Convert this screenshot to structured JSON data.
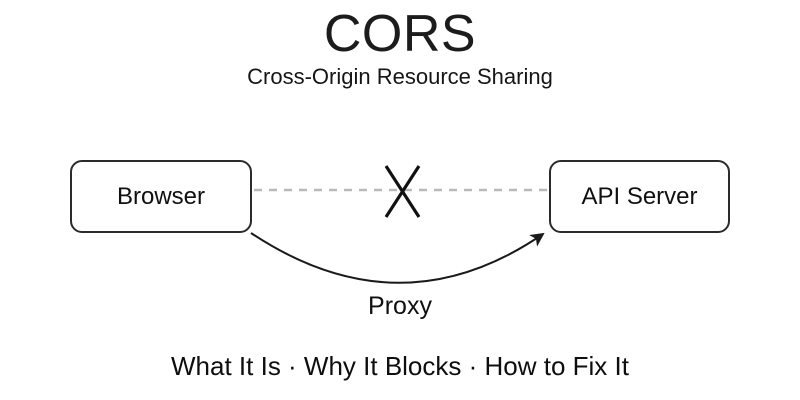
{
  "title": "CORS",
  "subtitle": "Cross-Origin Resource Sharing",
  "diagram": {
    "browser_label": "Browser",
    "api_server_label": "API Server",
    "proxy_label": "Proxy",
    "blocked_icon": "x-cross-icon"
  },
  "footer": {
    "tagline": "What It Is · Why It Blocks · How to Fix It"
  },
  "colors": {
    "dashed_line": "#b9b9b9",
    "arrow": "#1a1a1a",
    "box_border": "#2b2b2b",
    "text": "#111111",
    "background": "#ffffff"
  }
}
